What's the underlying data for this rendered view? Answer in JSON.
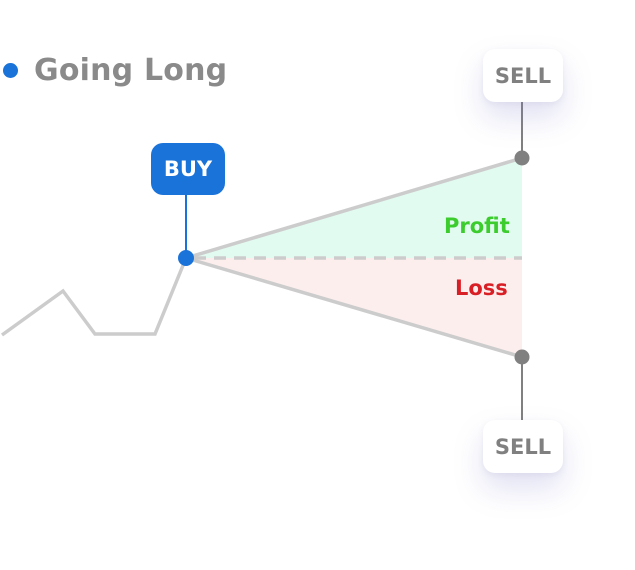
{
  "legend": {
    "label": "Going Long",
    "dot_color": "#1a73d9"
  },
  "buy": {
    "label": "BUY",
    "color": "#1a73d9"
  },
  "sell_top": {
    "label": "SELL"
  },
  "sell_bottom": {
    "label": "SELL"
  },
  "zones": {
    "profit_label": "Profit",
    "profit_color": "#3ccc2e",
    "profit_fill": "#e2fbf1",
    "loss_label": "Loss",
    "loss_color": "#d81f26",
    "loss_fill": "#fdeeee"
  },
  "colors": {
    "line": "#cccccc",
    "sell_marker": "#808080"
  }
}
